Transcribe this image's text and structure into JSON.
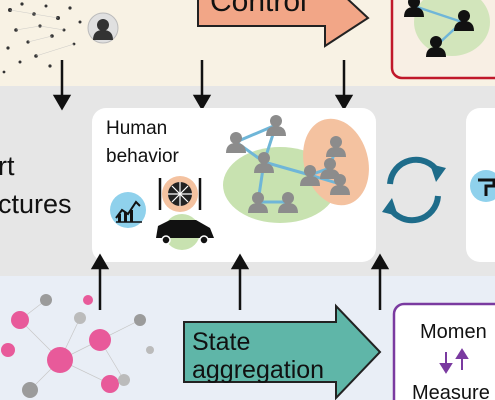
{
  "labels": {
    "control": "Control",
    "left_partial_line1": "rt",
    "left_partial_line2": "ctures",
    "human_behavior_line1": "Human",
    "human_behavior_line2": "behavior",
    "state_aggregation_line1": "State",
    "state_aggregation_line2": "aggregation",
    "moments": "Momen",
    "measures": "Measure"
  },
  "colors": {
    "top_band": "#f8f2e4",
    "middle_band": "#e6e6e6",
    "bottom_band": "#e9eef6",
    "arrow_fill": "#5fb6a8",
    "control_arrow": "#f2a687",
    "control_box_border": "#c0182a",
    "measure_box_border": "#7a3aa0",
    "person_icon": "#8c8c8c",
    "network_edge": "#6fb6d8",
    "green_blob": "#c8e2b0",
    "orange_blob": "#f4c2a0",
    "cycle_arrow": "#1e6c8a"
  }
}
